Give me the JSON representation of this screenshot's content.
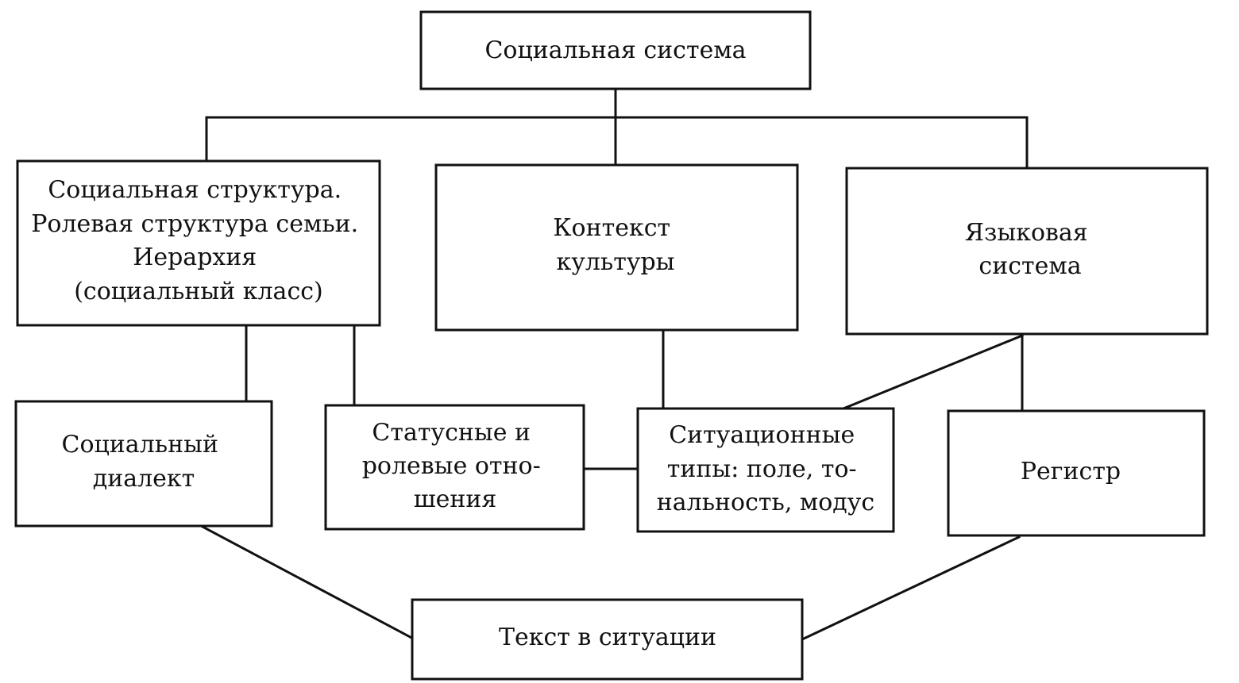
{
  "diagram": {
    "nodes": {
      "social_system": {
        "lines": [
          "Социальная система"
        ]
      },
      "social_structure": {
        "lines": [
          "Социальная структура.",
          "Ролевая структура семьи.",
          "Иерархия",
          "(социальный класс)"
        ]
      },
      "culture_context": {
        "lines": [
          "Контекст",
          "культуры"
        ]
      },
      "language_system": {
        "lines": [
          "Языковая",
          "система"
        ]
      },
      "social_dialect": {
        "lines": [
          "Социальный",
          "диалект"
        ]
      },
      "status_roles": {
        "lines": [
          "Статусные и",
          "ролевые отно-",
          "шения"
        ]
      },
      "situation_types": {
        "lines": [
          "Ситуационные",
          "типы: поле, то-",
          "нальность, модус"
        ]
      },
      "register": {
        "lines": [
          "Регистр"
        ]
      },
      "text_in_situation": {
        "lines": [
          "Текст в ситуации"
        ]
      }
    }
  }
}
